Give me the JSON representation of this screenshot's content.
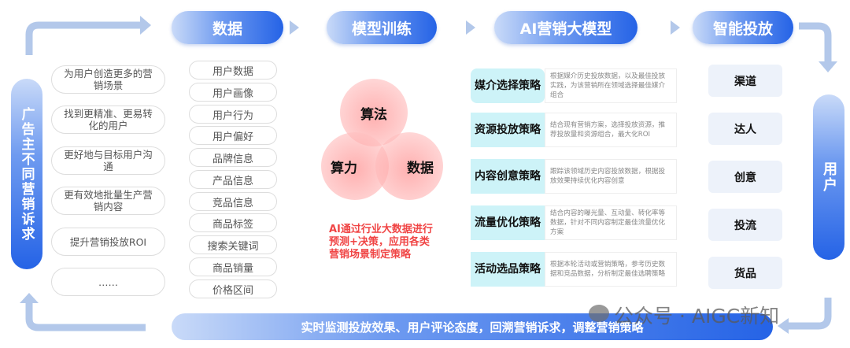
{
  "header": {
    "data": "数据",
    "model_training": "模型训练",
    "ai_model": "AI营销大模型",
    "smart_delivery": "智能投放"
  },
  "left_pill": "广告主不同营销诉求",
  "right_pill": "用户",
  "demands": [
    "为用户创造更多的营销场景",
    "找到更精准、更易转化的用户",
    "更好地与目标用户沟通",
    "更有效地批量生产营销内容",
    "提升营销投放ROI",
    "……"
  ],
  "data_items": [
    "用户数据",
    "用户画像",
    "用户行为",
    "用户偏好",
    "品牌信息",
    "产品信息",
    "竞品信息",
    "商品标签",
    "搜索关键词",
    "商品销量",
    "价格区间"
  ],
  "venn": {
    "top": "算法",
    "left": "算力",
    "right": "数据"
  },
  "venn_caption": "AI通过行业大数据进行预测+决策，应用各类营销场景制定策略",
  "strategies": [
    {
      "label": "媒介选择策略",
      "desc": "根据媒介历史投放数据，以及最佳投放实践，为该营销所在领域选择最佳媒介组合"
    },
    {
      "label": "资源投放策略",
      "desc": "结合现有营销方案，选择投放资源，推荐投放量和资源组合，最大化ROI"
    },
    {
      "label": "内容创意策略",
      "desc": "跟踪该领域历史内容投放数据，根据投放效果持续优化内容创意"
    },
    {
      "label": "流量优化策略",
      "desc": "结合内容的曝光量、互动量、转化率等数据，针对不同内容制定最佳流量优化方案"
    },
    {
      "label": "活动选品策略",
      "desc": "根据本轮活动或营销策略，参考历史数据和竞品数据，分析制定最佳选聘策略"
    }
  ],
  "channels": [
    "渠道",
    "达人",
    "创意",
    "投流",
    "货品"
  ],
  "bottom_bar": "实时监测投放效果、用户评论态度，回溯营销诉求，调整营销策略",
  "watermark": "公众号 · AIGC新知",
  "colors": {
    "accent": "#2563e6",
    "arrow": "#b3c8ea",
    "label_bg": "#cdf3f8",
    "red": "#f04545"
  }
}
